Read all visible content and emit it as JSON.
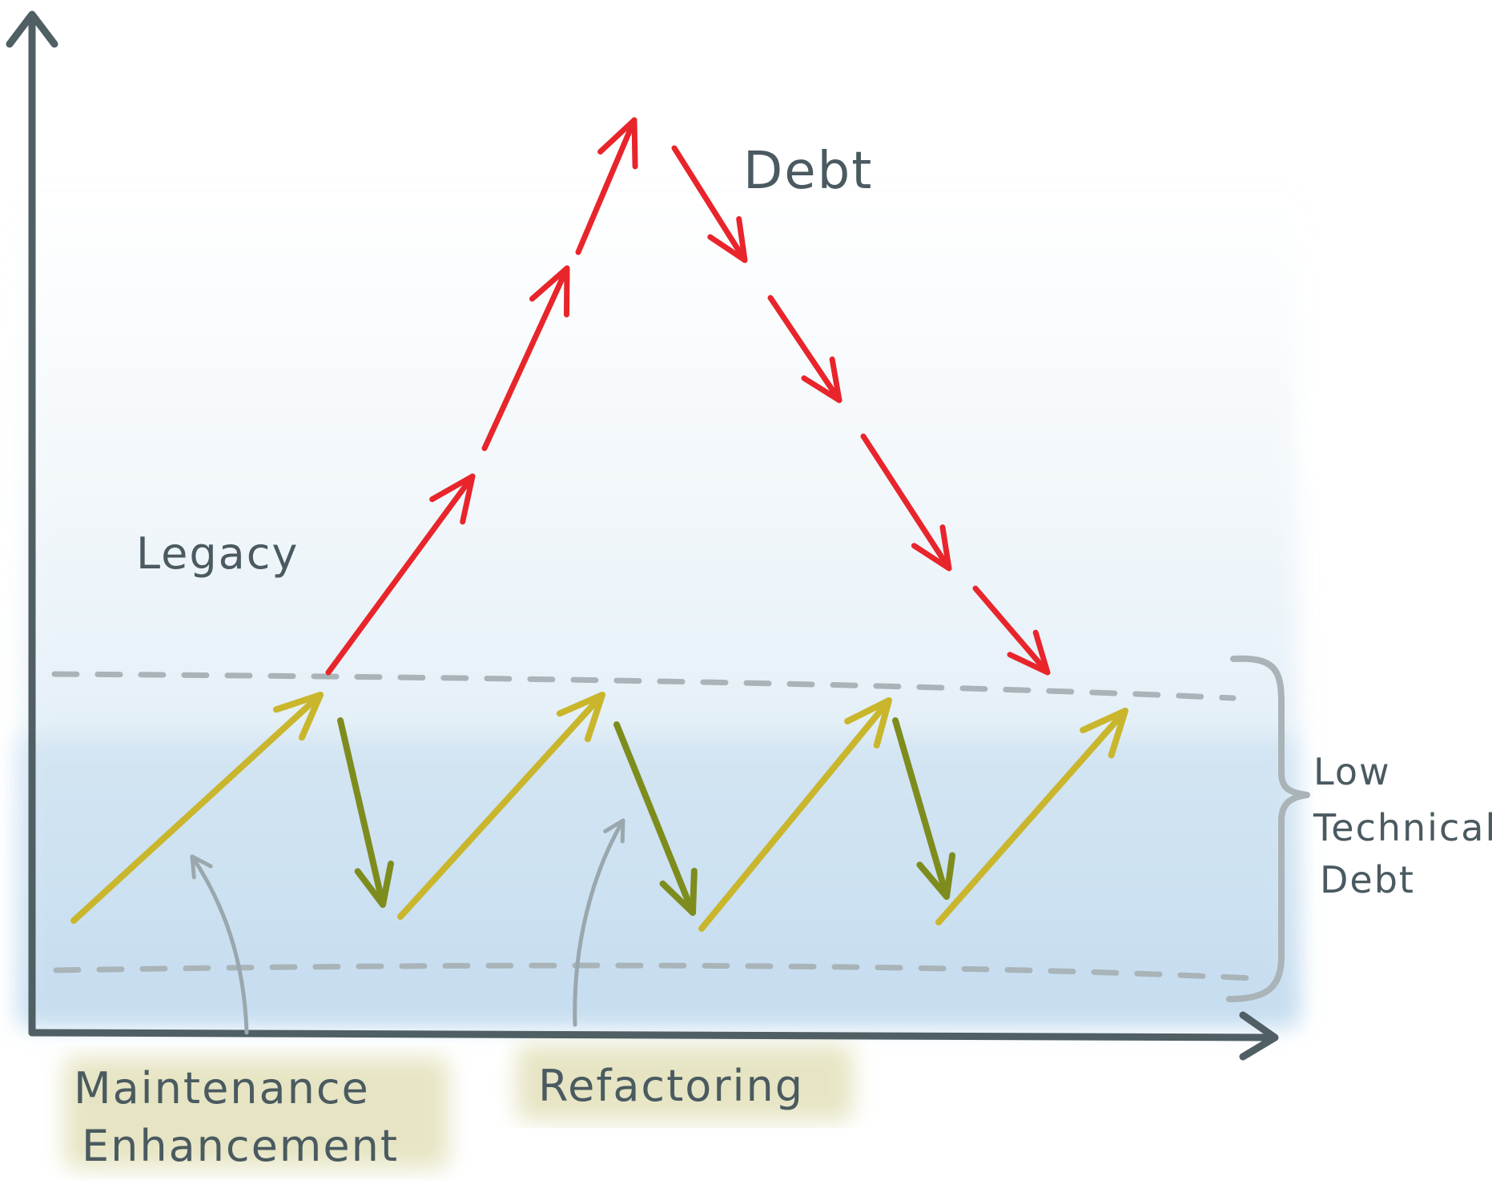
{
  "labels": {
    "debt": "Debt",
    "legacy": "Legacy",
    "low_technical_debt_line1": "Low",
    "low_technical_debt_line2": "Technical",
    "low_technical_debt_line3": "Debt",
    "maintenance_line1": "Maintenance",
    "maintenance_line2": "Enhancement",
    "refactoring": "Refactoring"
  },
  "colors": {
    "axis": "#4f5f64",
    "text": "#4a5a60",
    "debt_arrows": "#e8252b",
    "maintenance_arrows": "#c9b62c",
    "refactoring_arrows": "#7e8c1e",
    "pointer_arrows": "#9aa7ad",
    "dashed_lines": "#a9b4b9",
    "brace": "#aab3b7",
    "wash": "#cfe3f1",
    "highlight": "#e4e2bd"
  },
  "icons": {
    "x_axis_head": "arrow-right-icon",
    "y_axis_head": "arrow-up-icon"
  }
}
